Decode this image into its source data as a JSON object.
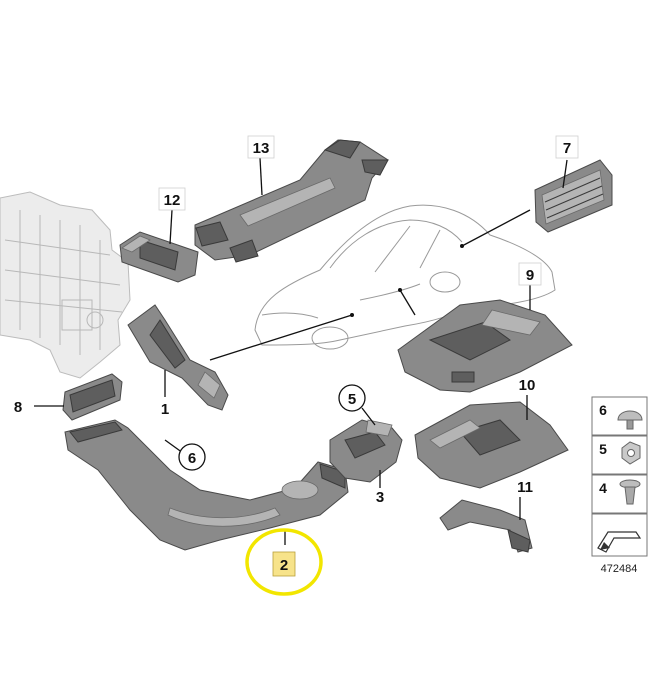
{
  "diagram": {
    "parts": [
      {
        "id": "p1",
        "number": "1"
      },
      {
        "id": "p2",
        "number": "2"
      },
      {
        "id": "p3",
        "number": "3"
      },
      {
        "id": "p5",
        "number": "5"
      },
      {
        "id": "p6",
        "number": "6"
      },
      {
        "id": "p7",
        "number": "7"
      },
      {
        "id": "p8",
        "number": "8"
      },
      {
        "id": "p9",
        "number": "9"
      },
      {
        "id": "p10",
        "number": "10"
      },
      {
        "id": "p11",
        "number": "11"
      },
      {
        "id": "p12",
        "number": "12"
      },
      {
        "id": "p13",
        "number": "13"
      }
    ],
    "legend": [
      {
        "number": "6",
        "icon": "push-clip-icon"
      },
      {
        "number": "5",
        "icon": "hex-nut-icon"
      },
      {
        "number": "4",
        "icon": "expanding-rivet-icon"
      }
    ],
    "reference_number": "472484",
    "highlight_color": "#f2e600",
    "label_box_color": "#f7e38a"
  }
}
